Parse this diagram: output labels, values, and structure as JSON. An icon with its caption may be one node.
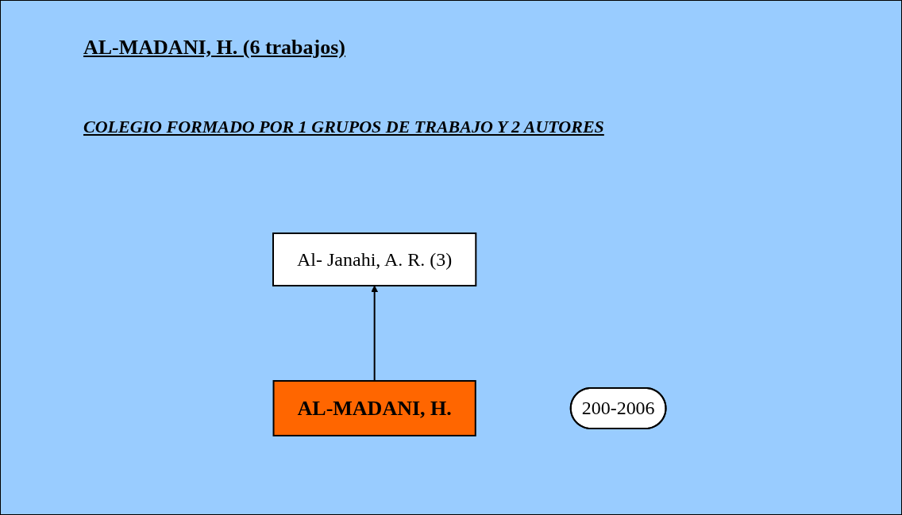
{
  "diagram": {
    "title": "AL-MADANI, H. (6 trabajos)",
    "nodes": [
      {
        "text": [
          "Al- Janahi, A. R. (3)"
        ]
      },
      {
        "text": [
          "AL-MADANI, H."
        ]
      },
      {
        "text": [
          "200-2006"
        ]
      }
    ],
    "edges": [
      {
        "from": 1,
        "to": 0,
        "arrow": "to"
      }
    ],
    "labels": [
      "COLEGIO FORMADO POR 1 GRUPOS DE TRABAJO Y 2 AUTORES"
    ]
  }
}
